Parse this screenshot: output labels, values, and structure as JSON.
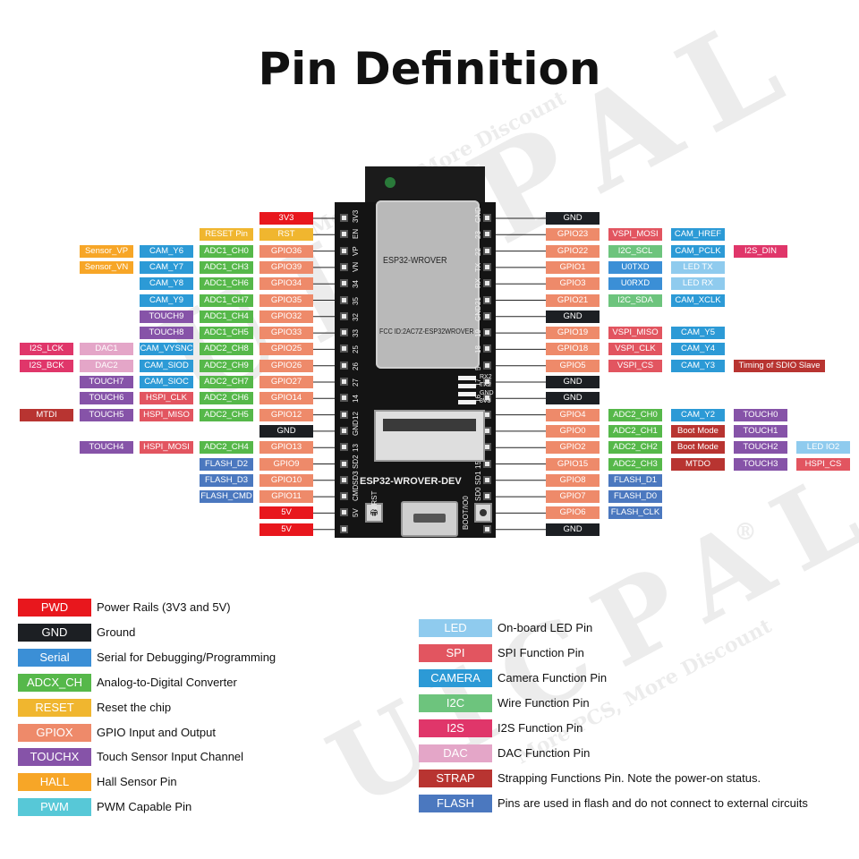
{
  "title": "Pin Definition",
  "watermark": {
    "brand": "UICPAL",
    "slogan": "More PCS, More Discount",
    "registered": "®"
  },
  "colors": {
    "PWD": "#e8171d",
    "GND": "#1c1f23",
    "SER": "#3b8fd6",
    "ADC": "#56b84a",
    "RST": "#f0b62f",
    "GPIO": "#ee8a6a",
    "TCH": "#8653a8",
    "HALL": "#f7a627",
    "PWM": "#57c8d7",
    "LED": "#8fcbee",
    "SPI": "#e25560",
    "CAM": "#2c9ad6",
    "I2C": "#6dc47d",
    "I2S": "#e0366a",
    "DAC": "#e4a6c8",
    "STRAP": "#b83431",
    "FLASH": "#4b78bf"
  },
  "board": {
    "module_name": "ESP32-WROVER",
    "fcc_id": "FCC ID:2AC7Z-ESP32WROVER",
    "board_name": "ESP32-WROVER-DEV",
    "en_button": "EN/RST",
    "boot_button": "BOOT/IO0",
    "left_silk": [
      "3V3",
      "EN",
      "VP",
      "VN",
      "34",
      "35",
      "32",
      "33",
      "25",
      "26",
      "27",
      "14",
      "12",
      "GND",
      "13",
      "SD2",
      "SD3",
      "CMD",
      "5V"
    ],
    "right_silk": [
      "GND",
      "23",
      "22",
      "TX",
      "RX",
      "21",
      "GND",
      "19",
      "18",
      "5",
      "17",
      "16",
      "4",
      "0",
      "2",
      "15",
      "SD1",
      "SD0",
      "CLK"
    ],
    "led_labels": [
      "RX2",
      "TX2",
      "GND",
      "3V3"
    ]
  },
  "left_rows": [
    [
      "3V3:PWD"
    ],
    [
      "RESET Pin:RST",
      "RST:RST"
    ],
    [
      "Sensor_VP:HALL",
      "CAM_Y6:CAM",
      "ADC1_CH0:ADC",
      "GPIO36:GPIO"
    ],
    [
      "Sensor_VN:HALL",
      "CAM_Y7:CAM",
      "ADC1_CH3:ADC",
      "GPIO39:GPIO"
    ],
    [
      "CAM_Y8:CAM",
      "ADC1_CH6:ADC",
      "GPIO34:GPIO"
    ],
    [
      "CAM_Y9:CAM",
      "ADC1_CH7:ADC",
      "GPIO35:GPIO"
    ],
    [
      "TOUCH9:TCH",
      "ADC1_CH4:ADC",
      "GPIO32:GPIO"
    ],
    [
      "TOUCH8:TCH",
      "ADC1_CH5:ADC",
      "GPIO33:GPIO"
    ],
    [
      "I2S_LCK:I2S",
      "DAC1:DAC",
      "CAM_VYSNC:CAM",
      "ADC2_CH8:ADC",
      "GPIO25:GPIO"
    ],
    [
      "I2S_BCK:I2S",
      "DAC2:DAC",
      "CAM_SIOD:CAM",
      "ADC2_CH9:ADC",
      "GPIO26:GPIO"
    ],
    [
      "TOUCH7:TCH",
      "CAM_SIOC:CAM",
      "ADC2_CH7:ADC",
      "GPIO27:GPIO"
    ],
    [
      "TOUCH6:TCH",
      "HSPI_CLK:SPI",
      "ADC2_CH6:ADC",
      "GPIO14:GPIO"
    ],
    [
      "MTDI:STRAP",
      "TOUCH5:TCH",
      "HSPI_MISO:SPI",
      "ADC2_CH5:ADC",
      "GPIO12:GPIO"
    ],
    [
      "GND:GND"
    ],
    [
      "TOUCH4:TCH",
      "HSPI_MOSI:SPI",
      "ADC2_CH4:ADC",
      "GPIO13:GPIO"
    ],
    [
      "FLASH_D2:FLASH",
      "GPIO9:GPIO"
    ],
    [
      "FLASH_D3:FLASH",
      "GPIO10:GPIO"
    ],
    [
      "FLASH_CMD:FLASH",
      "GPIO11:GPIO"
    ],
    [
      "5V:PWD"
    ],
    [
      "5V:PWD"
    ]
  ],
  "right_rows": [
    [
      "GND:GND"
    ],
    [
      "GPIO23:GPIO",
      "VSPI_MOSI:SPI",
      "CAM_HREF:CAM"
    ],
    [
      "GPIO22:GPIO",
      "I2C_SCL:I2C",
      "CAM_PCLK:CAM",
      "I2S_DIN:I2S"
    ],
    [
      "GPIO1:GPIO",
      "U0TXD:SER",
      "LED TX:LED"
    ],
    [
      "GPIO3:GPIO",
      "U0RXD:SER",
      "LED RX:LED"
    ],
    [
      "GPIO21:GPIO",
      "I2C_SDA:I2C",
      "CAM_XCLK:CAM"
    ],
    [
      "GND:GND"
    ],
    [
      "GPIO19:GPIO",
      "VSPI_MISO:SPI",
      "CAM_Y5:CAM"
    ],
    [
      "GPIO18:GPIO",
      "VSPI_CLK:SPI",
      "CAM_Y4:CAM"
    ],
    [
      "GPIO5:GPIO",
      "VSPI_CS:SPI",
      "CAM_Y3:CAM",
      "Timing of SDIO Slave:STRAP"
    ],
    [
      "GND:GND"
    ],
    [
      "GND:GND"
    ],
    [
      "GPIO4:GPIO",
      "ADC2_CH0:ADC",
      "CAM_Y2:CAM",
      "TOUCH0:TCH"
    ],
    [
      "GPIO0:GPIO",
      "ADC2_CH1:ADC",
      "Boot Mode:STRAP",
      "TOUCH1:TCH"
    ],
    [
      "GPIO2:GPIO",
      "ADC2_CH2:ADC",
      "Boot Mode:STRAP",
      "TOUCH2:TCH",
      "LED IO2:LED"
    ],
    [
      "GPIO15:GPIO",
      "ADC2_CH3:ADC",
      "MTDO:STRAP",
      "TOUCH3:TCH",
      "HSPI_CS:SPI"
    ],
    [
      "GPIO8:GPIO",
      "FLASH_D1:FLASH"
    ],
    [
      "GPIO7:GPIO",
      "FLASH_D0:FLASH"
    ],
    [
      "GPIO6:GPIO",
      "FLASH_CLK:FLASH"
    ],
    [
      "GND:GND"
    ]
  ],
  "legend_left": [
    {
      "tag": "PWD",
      "text": "Power Rails (3V3 and 5V)",
      "key": "PWD"
    },
    {
      "tag": "GND",
      "text": "Ground",
      "key": "GND"
    },
    {
      "tag": "Serial",
      "text": "Serial for Debugging/Programming",
      "key": "SER"
    },
    {
      "tag": "ADCX_CH",
      "text": "Analog-to-Digital Converter",
      "key": "ADC"
    },
    {
      "tag": "RESET",
      "text": "Reset the chip",
      "key": "RST"
    },
    {
      "tag": "GPIOX",
      "text": "GPIO Input and Output",
      "key": "GPIO"
    },
    {
      "tag": "TOUCHX",
      "text": "Touch Sensor Input Channel",
      "key": "TCH"
    },
    {
      "tag": "HALL",
      "text": "Hall Sensor Pin",
      "key": "HALL"
    },
    {
      "tag": "PWM",
      "text": "PWM Capable Pin",
      "key": "PWM"
    }
  ],
  "legend_right": [
    {
      "tag": "LED",
      "text": "On-board LED Pin",
      "key": "LED"
    },
    {
      "tag": "SPI",
      "text": "SPI Function Pin",
      "key": "SPI"
    },
    {
      "tag": "CAMERA",
      "text": "Camera Function Pin",
      "key": "CAM"
    },
    {
      "tag": "I2C",
      "text": "Wire Function Pin",
      "key": "I2C"
    },
    {
      "tag": "I2S",
      "text": "I2S Function Pin",
      "key": "I2S"
    },
    {
      "tag": "DAC",
      "text": "DAC Function Pin",
      "key": "DAC"
    },
    {
      "tag": "STRAP",
      "text": "Strapping Functions Pin. Note the power-on status.",
      "key": "STRAP"
    },
    {
      "tag": "FLASH",
      "text": "Pins are used in flash and do not connect to external circuits",
      "key": "FLASH"
    }
  ]
}
